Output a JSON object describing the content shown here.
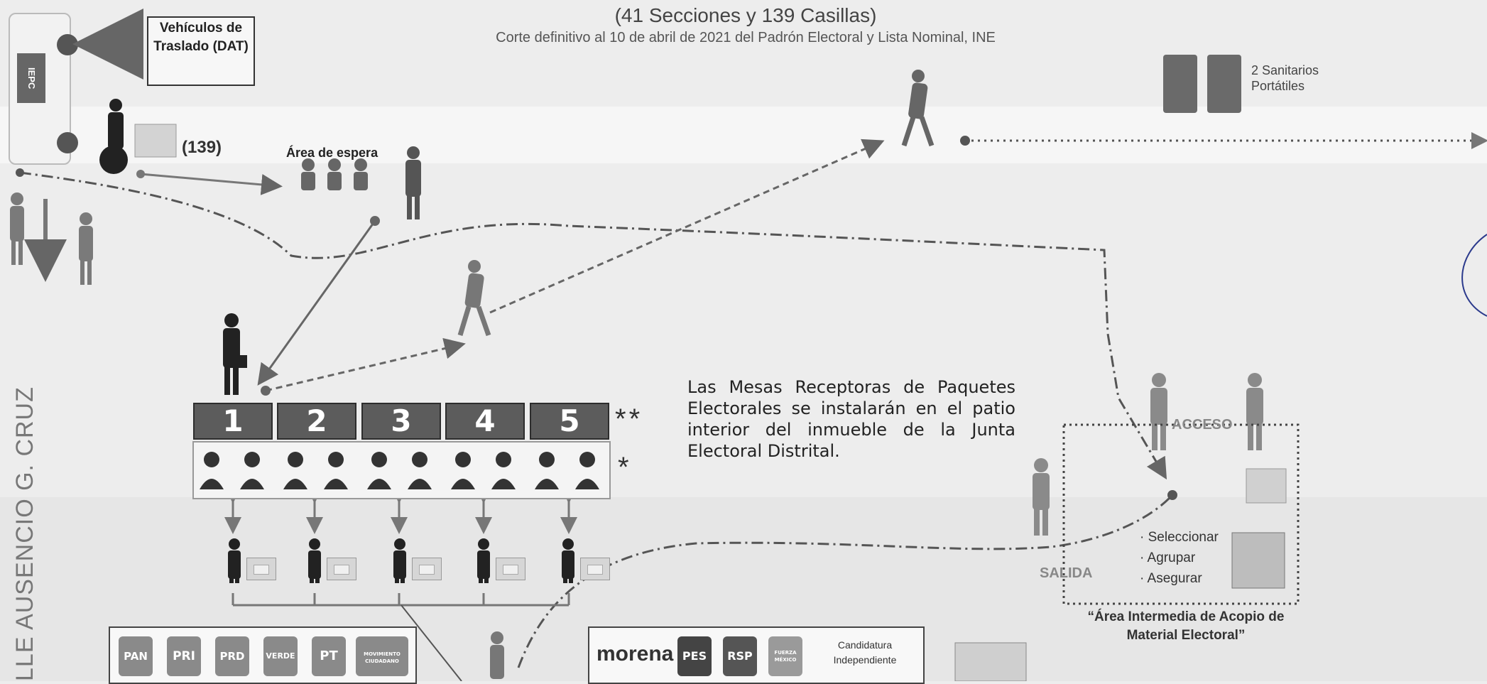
{
  "header": {
    "subtitle": "(41 Secciones y 139 Casillas)",
    "note": "Corte definitivo al 10 de abril de 2021 del Padrón Electoral y Lista  Nominal, INE"
  },
  "labels": {
    "vehicles": "Vehículos de Traslado (DAT)",
    "packages_count": "(139)",
    "waiting_area": "Área de espera",
    "sanitarios": "2 Sanitarios Portátiles",
    "mesas_note": "Las Mesas Receptoras de Paquetes Electorales se instalarán en el patio interior del inmueble de la Junta Electoral Distrital.",
    "double_star": "**",
    "single_star": "*",
    "acceso": "ACCESO",
    "salida": "SALIDA",
    "intermediate_area": "“Área Intermedia de Acopio de Material Electoral”",
    "street": "LLE AUSENCIO G. CRUZ",
    "van_label": "IEPC",
    "candidatura": "Candidatura Independiente"
  },
  "mesas": [
    "1",
    "2",
    "3",
    "4",
    "5"
  ],
  "actions": [
    "· Seleccionar",
    "· Agrupar",
    "· Asegurar"
  ],
  "parties_left": [
    "PAN",
    "PRI",
    "PRD",
    "VERDE",
    "PT",
    "MOVIMIENTO CIUDADANO"
  ],
  "parties_right": [
    "morena",
    "PES",
    "RSP",
    "FUERZA MÉXICO"
  ],
  "colors": {
    "background": "#ededed",
    "band": "#f6f6f6",
    "mesa": "#5c5c5c",
    "pen": "#2b3a8c"
  }
}
